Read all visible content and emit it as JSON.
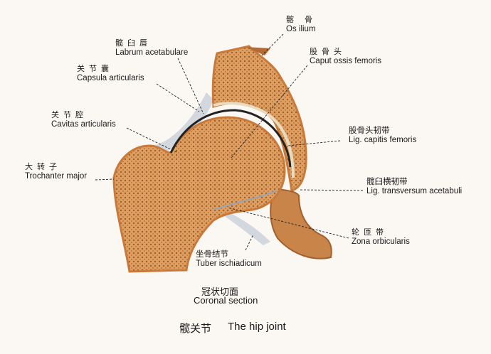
{
  "labels": {
    "os_ilium": {
      "zh": "髂 骨",
      "en": "Os ilium"
    },
    "labrum": {
      "zh": "髋臼唇",
      "en": "Labrum acetabulare"
    },
    "caput": {
      "zh": "股骨头",
      "en": "Caput ossis femoris"
    },
    "capsula": {
      "zh": "关节囊",
      "en": "Capsula articularis"
    },
    "cavitas": {
      "zh": "关节腔",
      "en": "Cavitas articularis"
    },
    "lig_capitis": {
      "zh": "股骨头韧带",
      "en": "Lig. capitis femoris"
    },
    "trochanter": {
      "zh": "大转子",
      "en": "Trochanter major"
    },
    "lig_transversum": {
      "zh": "髋臼横韧带",
      "en": "Lig. transversum acetabuli"
    },
    "zona": {
      "zh": "轮匝带",
      "en": "Zona orbicularis"
    },
    "tuber": {
      "zh": "坐骨结节",
      "en": "Tuber ischiadicum"
    }
  },
  "section": {
    "zh": "冠状切面",
    "en": "Coronal section"
  },
  "title": {
    "zh": "髋关节",
    "en": "The hip joint"
  },
  "colors": {
    "bone": "#d99a55",
    "cortex": "#c9793a",
    "cartilage": "#e8dcc0",
    "capsule": "#c9cfd8",
    "background": "#fbf8f4"
  }
}
